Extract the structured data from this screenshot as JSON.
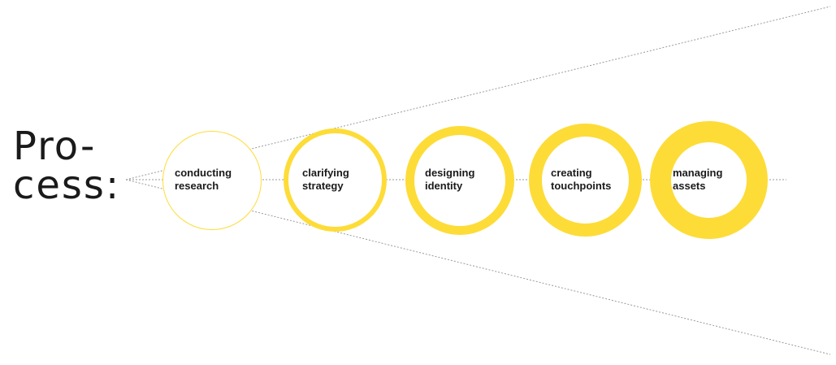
{
  "title": {
    "line1": "Pro-",
    "line2": "cess:"
  },
  "colors": {
    "accent": "#fddc38",
    "text": "#1a1a1a",
    "guide_line": "#9a9a9a"
  },
  "steps": [
    {
      "line1": "conducting",
      "line2": "research"
    },
    {
      "line1": "clarifying",
      "line2": "strategy"
    },
    {
      "line1": "designing",
      "line2": "identity"
    },
    {
      "line1": "creating",
      "line2": "touchpoints"
    },
    {
      "line1": "managing",
      "line2": "assets"
    }
  ]
}
